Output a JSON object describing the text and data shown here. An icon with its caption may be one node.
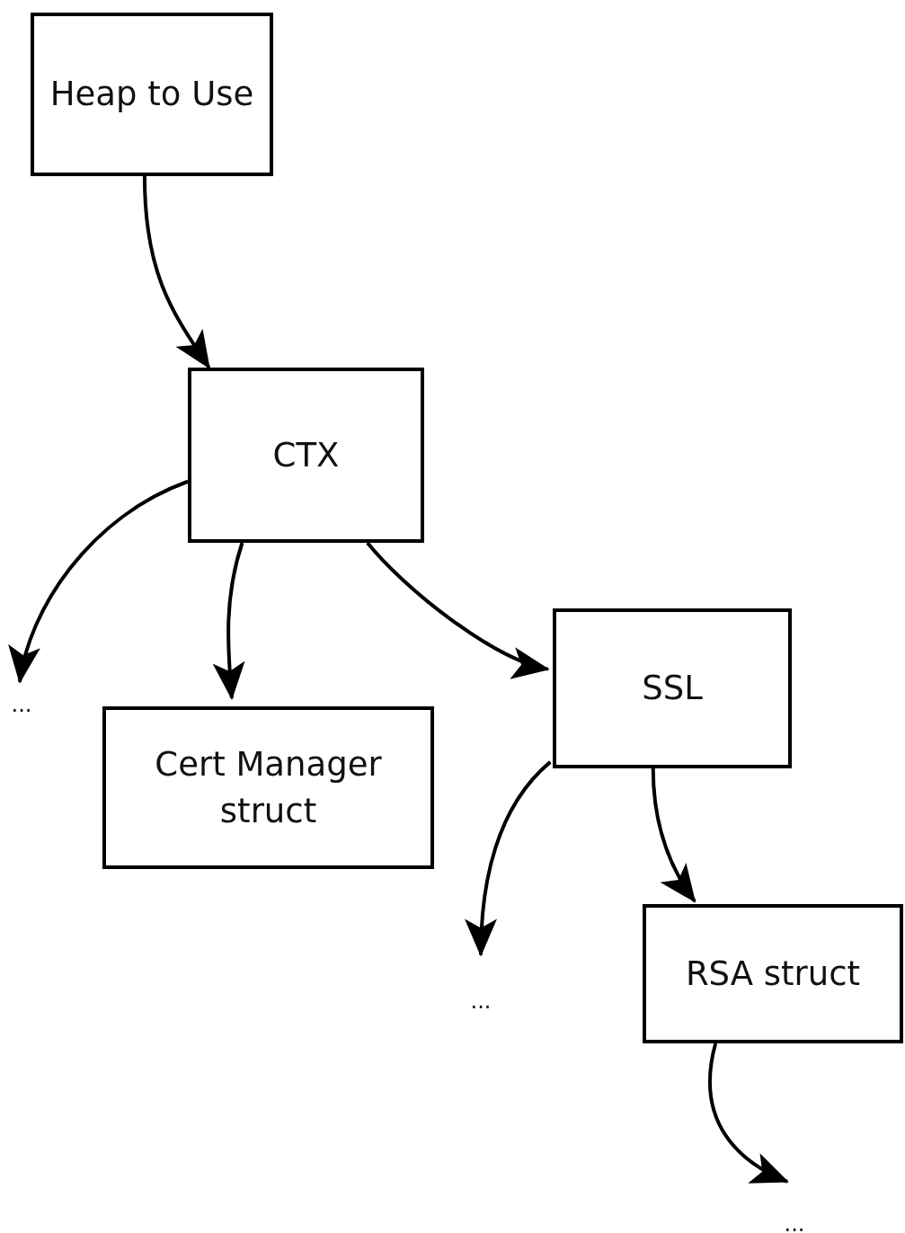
{
  "diagram": {
    "nodes": [
      {
        "text": [
          "Heap to Use"
        ]
      },
      {
        "text": [
          "CTX"
        ]
      },
      {
        "text": [
          "..."
        ]
      },
      {
        "text": [
          "Cert Manager struct"
        ]
      },
      {
        "text": [
          "SSL"
        ]
      },
      {
        "text": [
          "..."
        ]
      },
      {
        "text": [
          "RSA struct"
        ]
      },
      {
        "text": [
          "..."
        ]
      }
    ],
    "edges": [
      {
        "from": 0,
        "to": 1,
        "arrow": "to"
      },
      {
        "from": 1,
        "to": 2,
        "arrow": "to"
      },
      {
        "from": 1,
        "to": 3,
        "arrow": "to"
      },
      {
        "from": 1,
        "to": 4,
        "arrow": "to"
      },
      {
        "from": 4,
        "to": 5,
        "arrow": "to"
      },
      {
        "from": 4,
        "to": 6,
        "arrow": "to"
      },
      {
        "from": 6,
        "to": 7,
        "arrow": "to"
      }
    ]
  }
}
